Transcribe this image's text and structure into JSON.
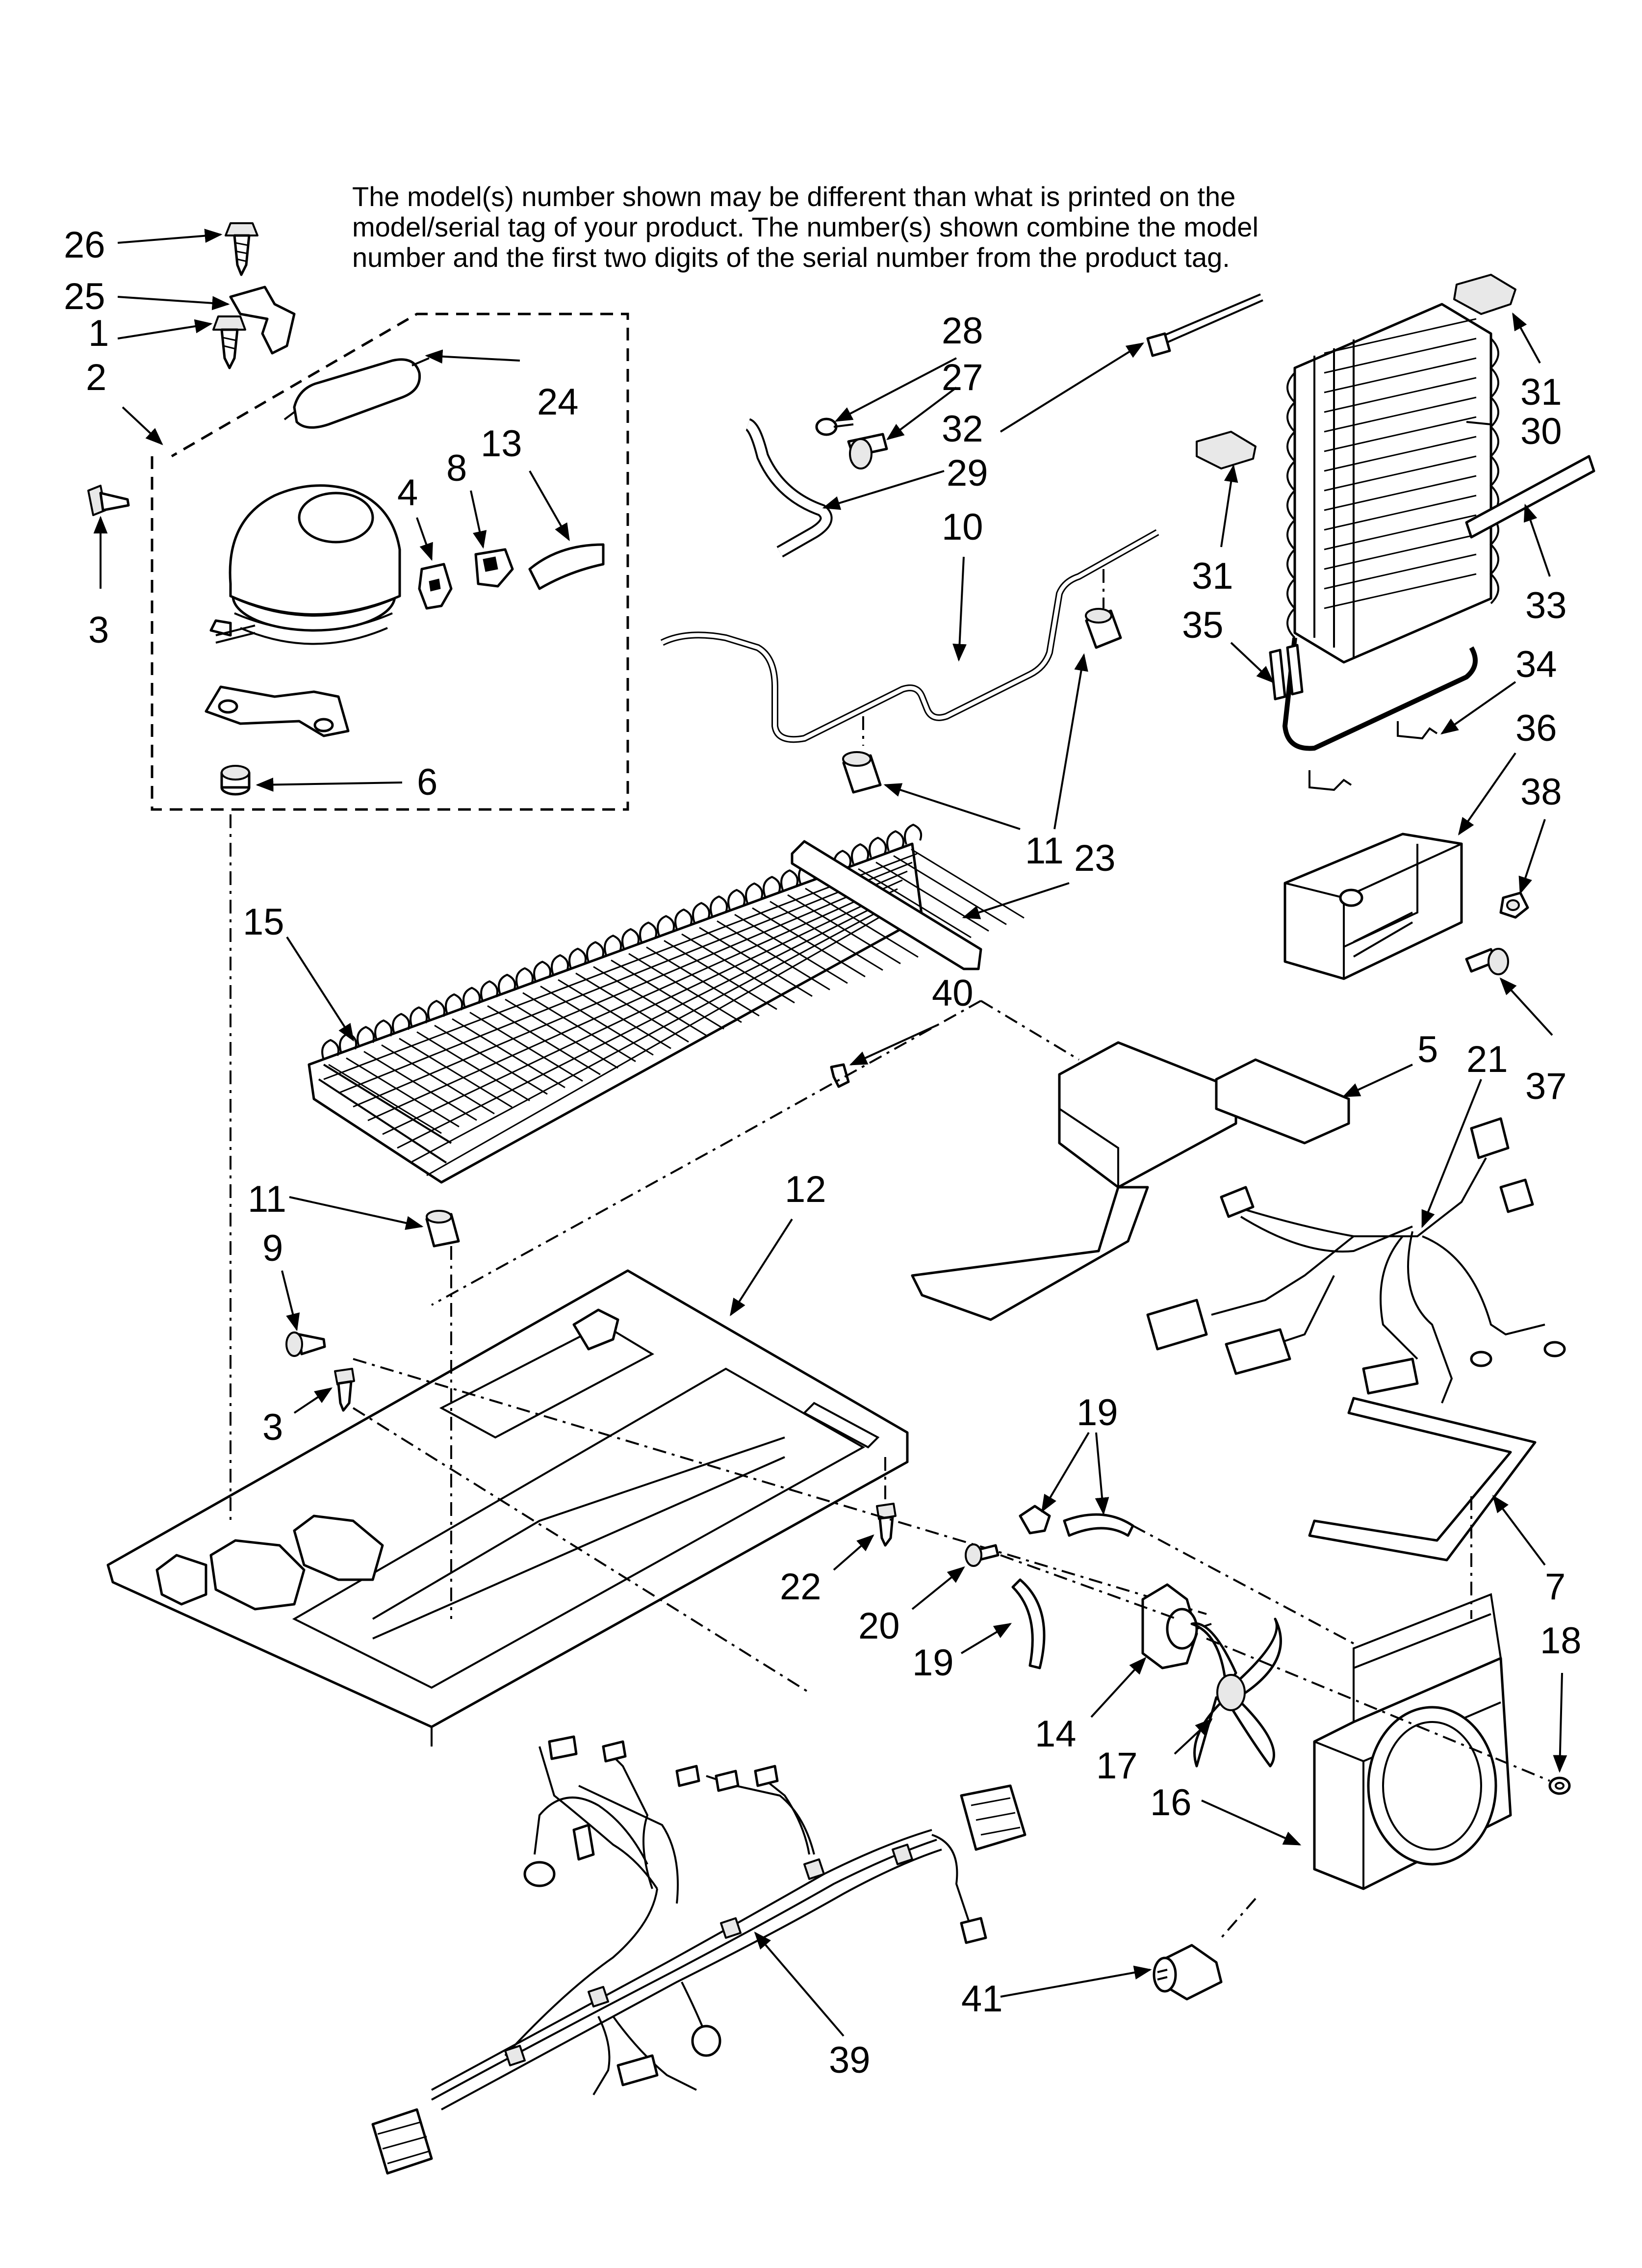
{
  "note": {
    "line1": "The model(s) number shown may be different than what is printed on the",
    "line2": "model/serial tag of your product. The number(s) shown combine the model",
    "line3": "number and the first two digits of the serial number from the product tag."
  },
  "callouts": {
    "c26": "26",
    "c25": "25",
    "c1": "1",
    "c2": "2",
    "c24": "24",
    "c3a": "3",
    "c4": "4",
    "c8": "8",
    "c13": "13",
    "c6": "6",
    "c28": "28",
    "c27": "27",
    "c32": "32",
    "c29": "29",
    "c10": "10",
    "c31a": "31",
    "c30": "30",
    "c31b": "31",
    "c33": "33",
    "c35": "35",
    "c34": "34",
    "c36": "36",
    "c38": "38",
    "c37": "37",
    "c11a": "11",
    "c23": "23",
    "c15": "15",
    "c40": "40",
    "c5": "5",
    "c21": "21",
    "c11b": "11",
    "c12": "12",
    "c9": "9",
    "c3b": "3",
    "c19a": "19",
    "c7": "7",
    "c22": "22",
    "c20": "20",
    "c19b": "19",
    "c18": "18",
    "c14": "14",
    "c17": "17",
    "c16": "16",
    "c41": "41",
    "c39": "39"
  }
}
